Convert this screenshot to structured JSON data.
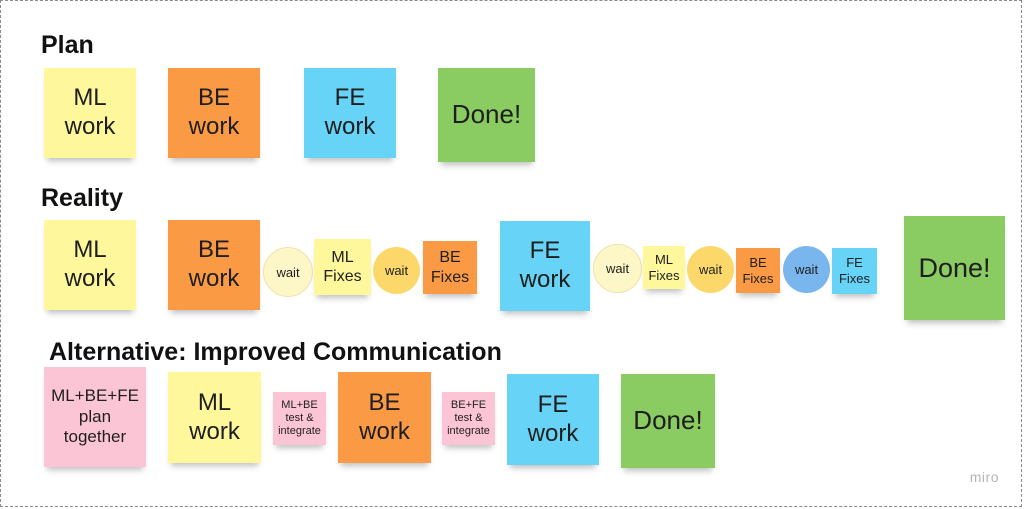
{
  "sections": {
    "plan": "Plan",
    "reality": "Reality",
    "alternative": "Alternative: Improved Communication"
  },
  "plan": {
    "ml": "ML\nwork",
    "be": "BE\nwork",
    "fe": "FE\nwork",
    "done": "Done!"
  },
  "reality": {
    "ml": "ML\nwork",
    "be": "BE\nwork",
    "wait1": "wait",
    "ml_fixes1": "ML\nFixes",
    "wait2": "wait",
    "be_fixes1": "BE\nFixes",
    "fe": "FE\nwork",
    "wait3": "wait",
    "ml_fixes2": "ML\nFixes",
    "wait4": "wait",
    "be_fixes2": "BE\nFixes",
    "wait5": "wait",
    "fe_fixes": "FE\nFixes",
    "done": "Done!"
  },
  "alternative": {
    "plan_together": "ML+BE+FE\nplan\ntogether",
    "ml": "ML\nwork",
    "ml_be_test": "ML+BE\ntest &\nintegrate",
    "be": "BE\nwork",
    "be_fe_test": "BE+FE\ntest &\nintegrate",
    "fe": "FE\nwork",
    "done": "Done!"
  },
  "watermark": "miro",
  "colors": {
    "yellow": "#fef79c",
    "orange": "#fb9a45",
    "blue": "#67d3f7",
    "green": "#8acb62",
    "pink": "#fcc5d6"
  }
}
